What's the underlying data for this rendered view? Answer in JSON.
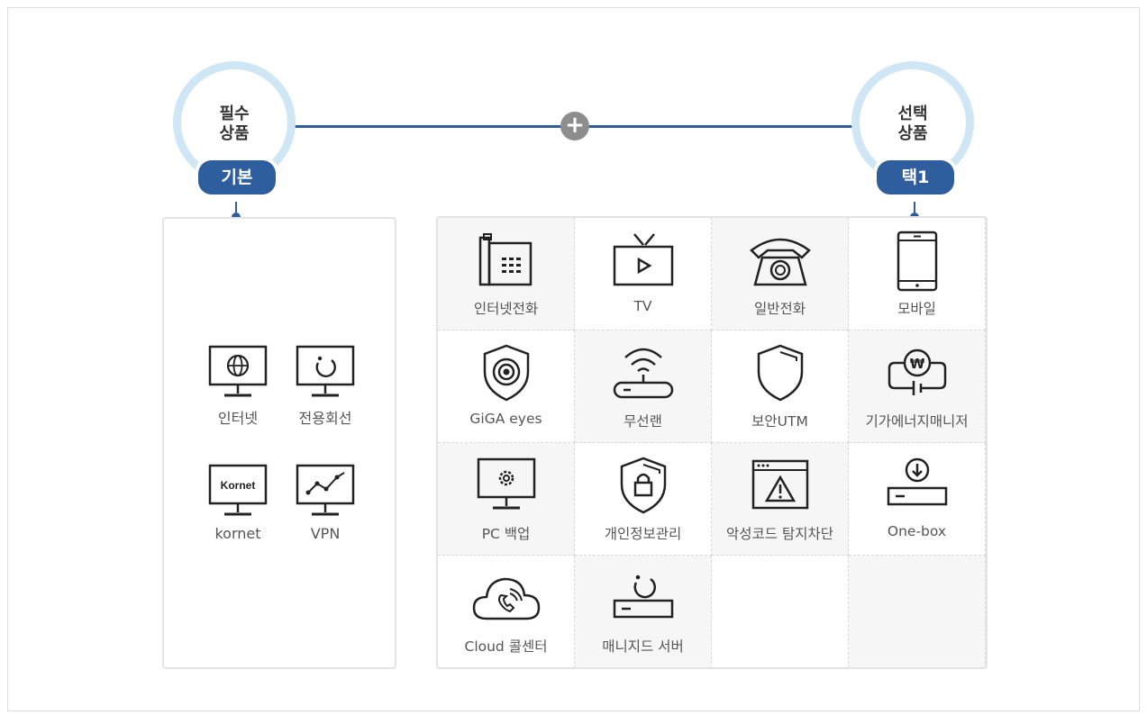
{
  "left_badge": {
    "title_line1": "필수",
    "title_line2": "상품",
    "pill": "기본"
  },
  "right_badge": {
    "title_line1": "선택",
    "title_line2": "상품",
    "pill": "택1"
  },
  "plus_symbol": "+",
  "colors": {
    "accent": "#2f5e9e",
    "ring": "#cfe6f5",
    "plus": "#8d8d8d"
  },
  "basic_items": [
    {
      "label": "인터넷",
      "icon": "globe-monitor-icon"
    },
    {
      "label": "전용회선",
      "icon": "sync-monitor-icon"
    },
    {
      "label": "kornet",
      "icon": "kornet-monitor-icon",
      "screen_text": "Kornet"
    },
    {
      "label": "VPN",
      "icon": "network-monitor-icon"
    }
  ],
  "optional_items": [
    {
      "label": "인터넷전화",
      "icon": "internet-phone-icon"
    },
    {
      "label": "TV",
      "icon": "tv-icon"
    },
    {
      "label": "일반전화",
      "icon": "telephone-icon"
    },
    {
      "label": "모바일",
      "icon": "mobile-icon"
    },
    {
      "label": "GiGA eyes",
      "icon": "camera-shield-icon"
    },
    {
      "label": "무선랜",
      "icon": "wifi-router-icon"
    },
    {
      "label": "보안UTM",
      "icon": "shield-icon"
    },
    {
      "label": "기가에너지매니저",
      "icon": "energy-manager-icon",
      "symbol": "₩"
    },
    {
      "label": "PC 백업",
      "icon": "pc-backup-icon"
    },
    {
      "label": "개인정보관리",
      "icon": "privacy-lock-icon"
    },
    {
      "label": "악성코드 탐지차단",
      "icon": "malware-warning-icon"
    },
    {
      "label": "One-box",
      "icon": "one-box-icon"
    },
    {
      "label": "Cloud 콜센터",
      "icon": "cloud-call-icon"
    },
    {
      "label": "매니지드 서버",
      "icon": "managed-server-icon"
    }
  ]
}
